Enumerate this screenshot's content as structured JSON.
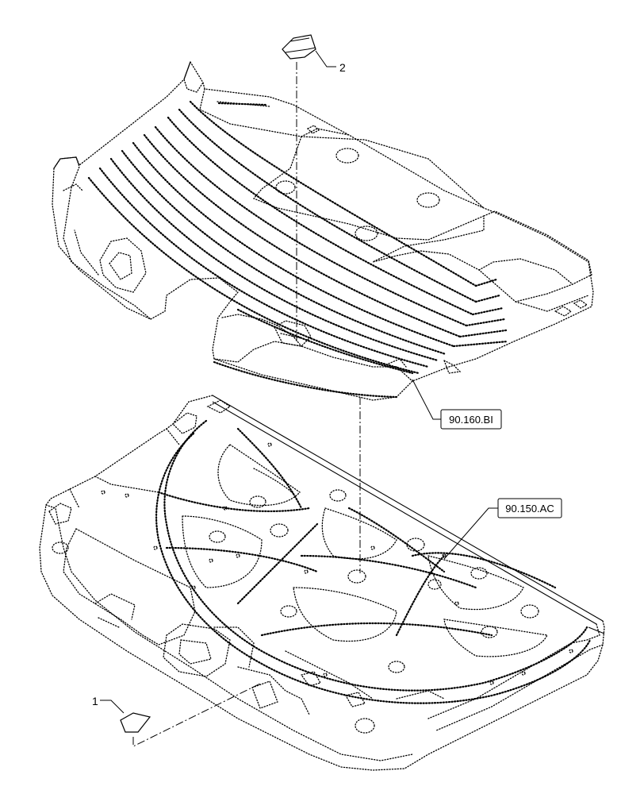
{
  "diagram": {
    "callouts": [
      {
        "id": "callout-1",
        "text": "1"
      },
      {
        "id": "callout-2",
        "text": "2"
      }
    ],
    "references": [
      {
        "id": "ref-90-160-bi",
        "text": "90.160.BI"
      },
      {
        "id": "ref-90-150-ac",
        "text": "90.150.AC"
      }
    ],
    "parts": {
      "part_1": "label-patch-icon",
      "part_2": "clip-cap-icon",
      "upper": "floor-mat-icon",
      "lower": "cab-floor-icon"
    }
  }
}
